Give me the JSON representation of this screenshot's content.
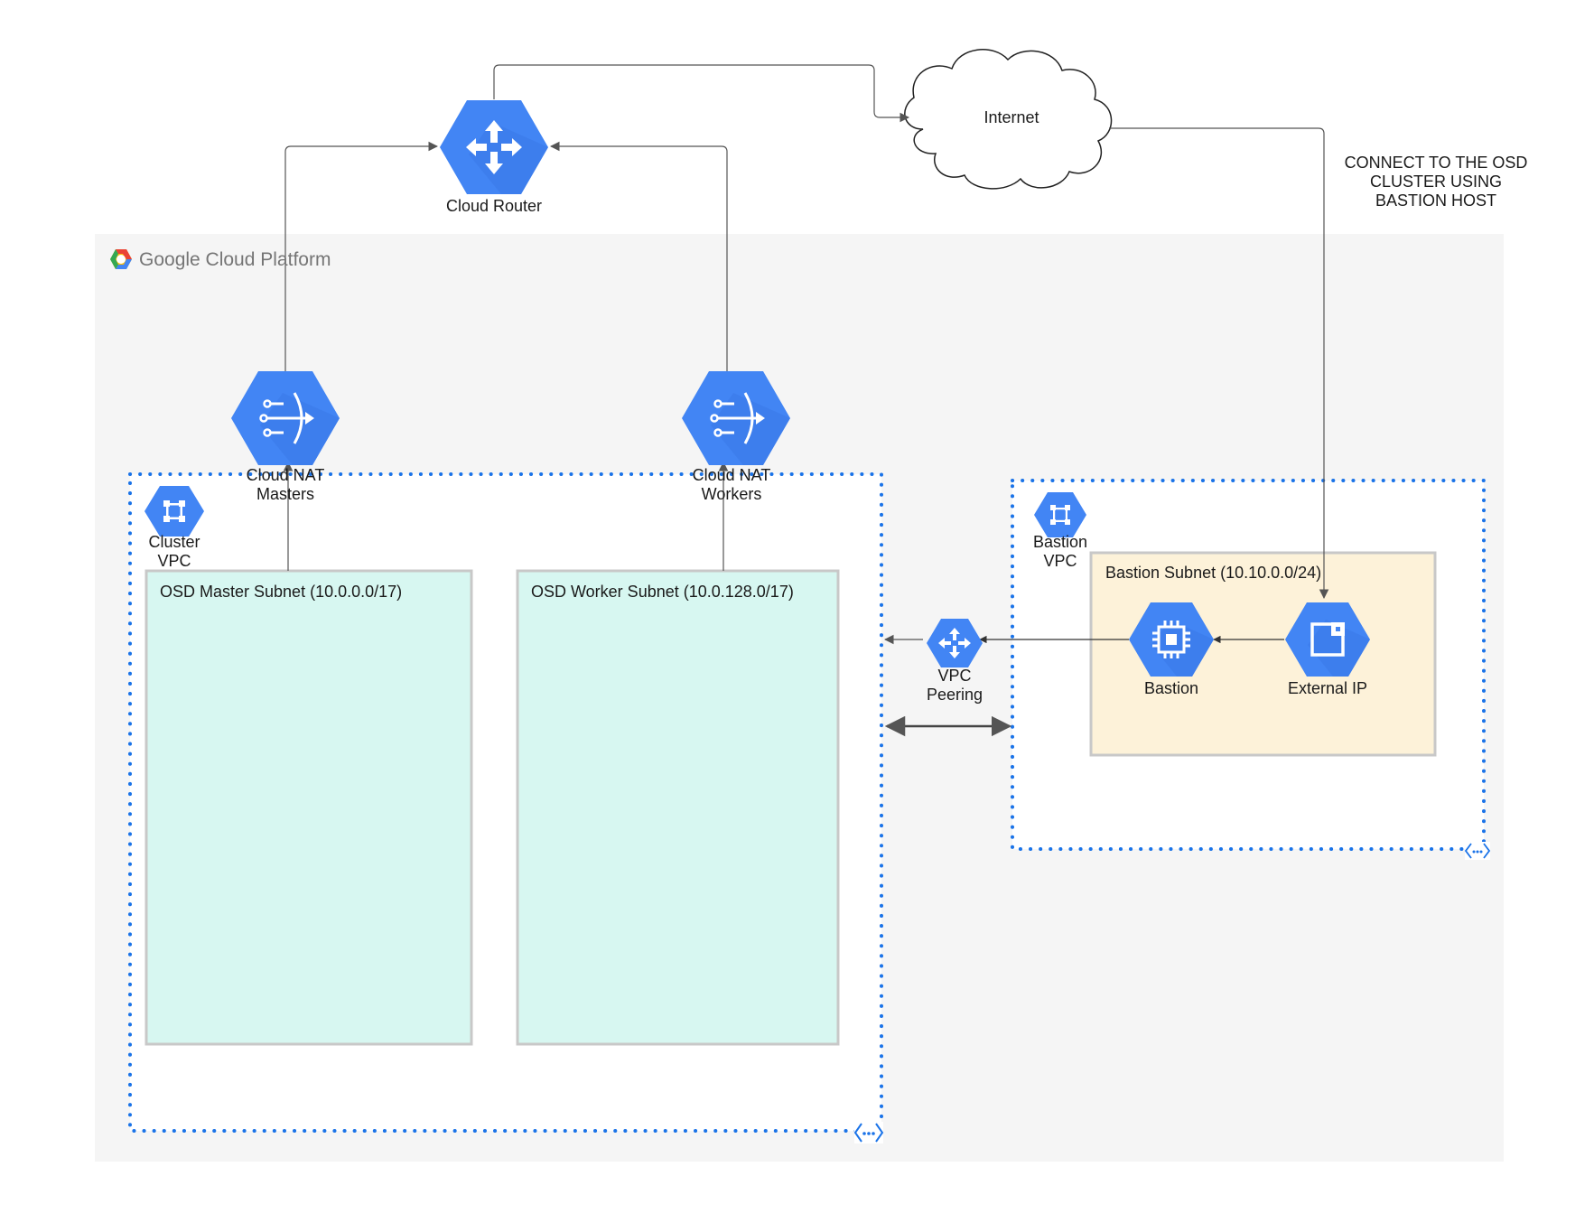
{
  "platform": {
    "name": "Google Cloud Platform",
    "colors": {
      "background": "#f5f5f5",
      "logo": [
        "#ea4335",
        "#fbbc05",
        "#34a853",
        "#4285f4"
      ]
    }
  },
  "internet": {
    "label": "Internet"
  },
  "note": {
    "line1": "CONNECT TO THE OSD",
    "line2": "CLUSTER USING",
    "line3": "BASTION HOST"
  },
  "cloud_router": {
    "label": "Cloud Router",
    "icon": "router-icon"
  },
  "nat_masters": {
    "line1": "Cloud NAT",
    "line2": "Masters",
    "icon": "cloud-nat-icon"
  },
  "nat_workers": {
    "line1": "Cloud NAT",
    "line2": "Workers",
    "icon": "cloud-nat-icon"
  },
  "cluster_vpc": {
    "line1": "Cluster",
    "line2": "VPC",
    "icon": "vpc-icon"
  },
  "bastion_vpc": {
    "line1": "Bastion",
    "line2": "VPC",
    "icon": "vpc-icon"
  },
  "master_subnet": {
    "label": "OSD Master Subnet (10.0.0.0/17)",
    "color": "#d7f7f1"
  },
  "worker_subnet": {
    "label": "OSD Worker Subnet (10.0.128.0/17)",
    "color": "#d7f7f1"
  },
  "bastion_subnet": {
    "label": "Bastion Subnet (10.10.0.0/24)",
    "color": "#fdf2d9"
  },
  "vpc_peering": {
    "line1": "VPC",
    "line2": "Peering",
    "icon": "peering-icon"
  },
  "bastion": {
    "label": "Bastion",
    "icon": "compute-chip-icon"
  },
  "external_ip": {
    "label": "External IP",
    "icon": "external-ip-icon"
  },
  "colors": {
    "gcp_blue": "#4285f4",
    "gcp_blue_dark": "#3b78e7",
    "vpc_dotted": "#1a73e8",
    "line": "#555555"
  }
}
